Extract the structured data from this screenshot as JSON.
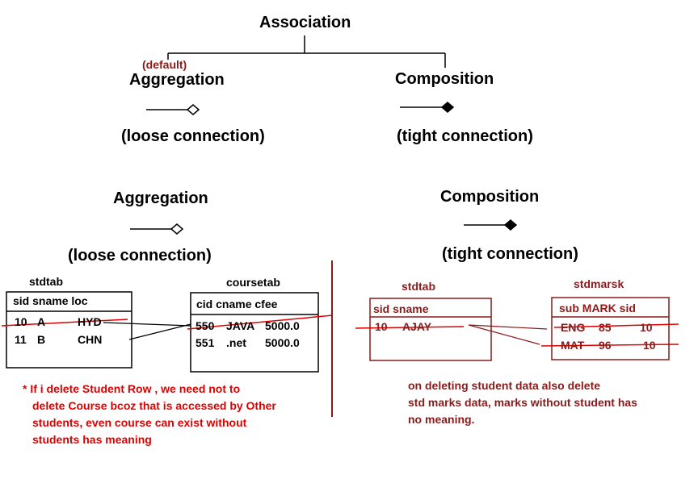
{
  "top": {
    "root": "Association",
    "default_tag": "(default)",
    "aggregation": "Aggregation",
    "composition": "Composition",
    "loose": "(loose connection)",
    "tight": "(tight connection)"
  },
  "left": {
    "heading": "Aggregation",
    "subheading": "(loose connection)",
    "table1": {
      "name": "stdtab",
      "header": "sid  sname  loc",
      "rows": [
        {
          "sid": "10",
          "sname": "A",
          "loc": "HYD"
        },
        {
          "sid": "11",
          "sname": "B",
          "loc": "CHN"
        }
      ]
    },
    "table2": {
      "name": "coursetab",
      "header": "cid  cname cfee",
      "rows": [
        {
          "cid": "550",
          "cname": "JAVA",
          "cfee": "5000.0"
        },
        {
          "cid": "551",
          "cname": ".net",
          "cfee": "5000.0"
        }
      ]
    },
    "note": [
      "* If i delete Student Row , we need not to",
      "delete Course bcoz that is accessed by Other",
      "students,  even course can exist without",
      "students has meaning"
    ]
  },
  "right": {
    "heading": "Composition",
    "subheading": "(tight connection)",
    "table1": {
      "name": "stdtab",
      "header": "sid   sname",
      "rows": [
        {
          "sid": "10",
          "sname": "AJAY"
        }
      ]
    },
    "table2": {
      "name": "stdmarsk",
      "header": "sub    MARK  sid",
      "rows": [
        {
          "sub": "ENG",
          "mark": "85",
          "sid": "10"
        },
        {
          "sub": "MAT",
          "mark": "96",
          "sid": "10"
        }
      ]
    },
    "note": [
      "on deleting student data also delete",
      "std marks data, marks without student has",
      "no meaning."
    ]
  },
  "colors": {
    "black": "#000000",
    "maroon": "#8b1a1a",
    "red": "#e00000"
  }
}
